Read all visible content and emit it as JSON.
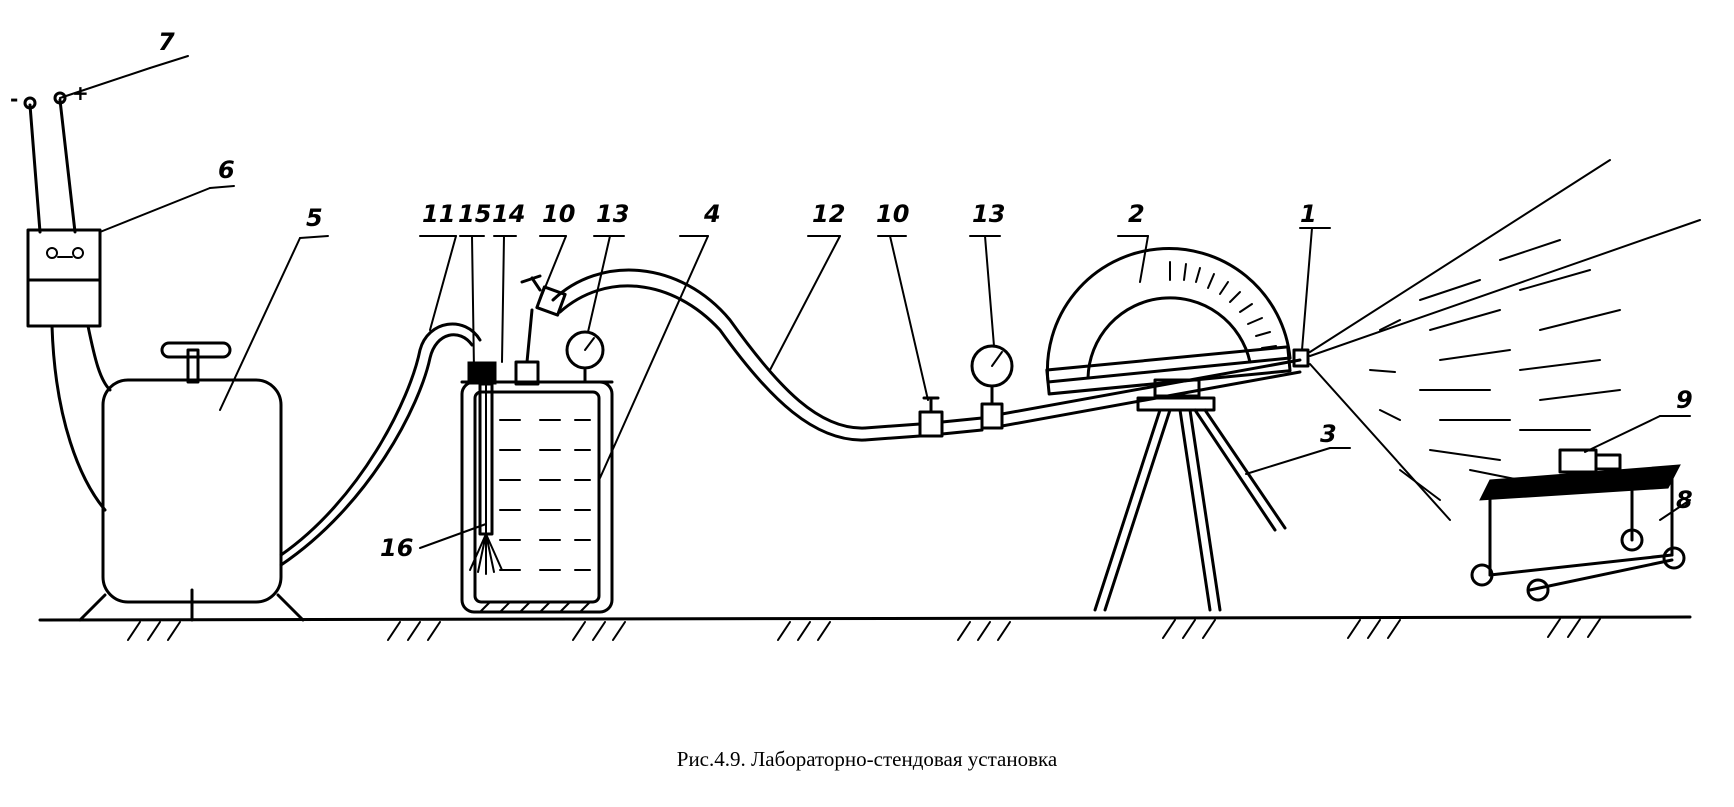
{
  "figure": {
    "caption": "Рис.4.9. Лабораторно-стендовая установка",
    "labels": {
      "n1": "1",
      "n2": "2",
      "n3": "3",
      "n4": "4",
      "n5": "5",
      "n6": "6",
      "n7": "7",
      "n8": "8",
      "n9": "9",
      "n10a": "10",
      "n10b": "10",
      "n11": "11",
      "n12": "12",
      "n13a": "13",
      "n13b": "13",
      "n14": "14",
      "n15": "15",
      "n16": "16"
    },
    "terminals": {
      "minus": "-",
      "plus": "+"
    }
  }
}
